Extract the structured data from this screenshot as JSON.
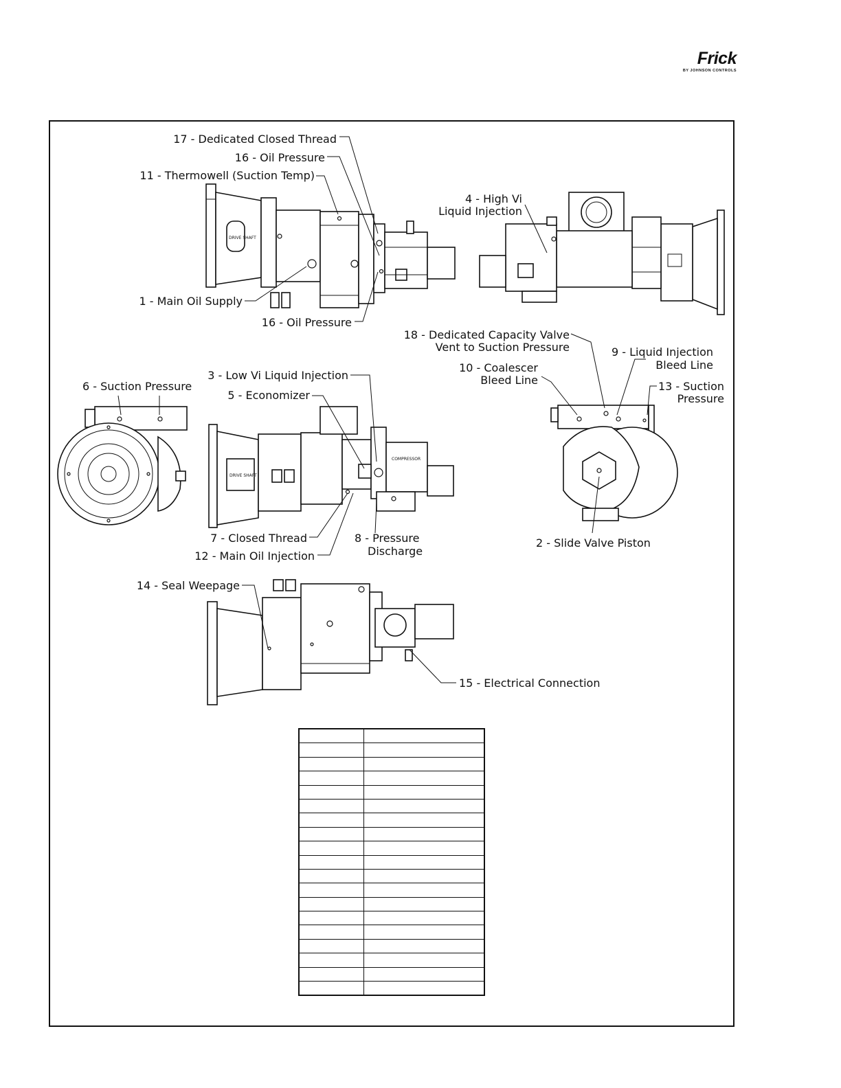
{
  "logo": {
    "word": "Frick",
    "sub": "BY JOHNSON CONTROLS"
  },
  "callouts": {
    "c17": "17 - Dedicated Closed Thread",
    "c16a": "16 - Oil Pressure",
    "c11": "11 - Thermowell (Suction Temp)",
    "c1": "1 - Main Oil Supply",
    "c16b": "16 - Oil Pressure",
    "c4_l1": "4 - High Vi",
    "c4_l2": "Liquid Injection",
    "c18_l1": "18 - Dedicated Capacity Valve",
    "c18_l2": "Vent to Suction Pressure",
    "c9_l1": "9 - Liquid Injection",
    "c9_l2": "Bleed Line",
    "c10_l1": "10 - Coalescer",
    "c10_l2": "Bleed Line",
    "c13_l1": "13 - Suction",
    "c13_l2": "Pressure",
    "c6": "6 - Suction Pressure",
    "c3": "3 - Low Vi Liquid Injection",
    "c5": "5 - Economizer",
    "c7": "7 - Closed Thread",
    "c12": "12 - Main Oil Injection",
    "c8_l1": "8 - Pressure",
    "c8_l2": "Discharge",
    "c2": "2 - Slide Valve Piston",
    "c14": "14 - Seal Weepage",
    "c15": "15 - Electrical Connection"
  },
  "drawing_text": {
    "drive_shaft_top": "DRIVE SHAFT",
    "drive_shaft_mid": "DRIVE SHAFT",
    "compressor": "COMPRESSOR"
  },
  "table": {
    "rows": [
      [
        "",
        ""
      ],
      [
        "",
        ""
      ],
      [
        "",
        ""
      ],
      [
        "",
        ""
      ],
      [
        "",
        ""
      ],
      [
        "",
        ""
      ],
      [
        "",
        ""
      ],
      [
        "",
        ""
      ],
      [
        "",
        ""
      ],
      [
        "",
        ""
      ],
      [
        "",
        ""
      ],
      [
        "",
        ""
      ],
      [
        "",
        ""
      ],
      [
        "",
        ""
      ],
      [
        "",
        ""
      ],
      [
        "",
        ""
      ],
      [
        "",
        ""
      ],
      [
        "",
        ""
      ],
      [
        "",
        ""
      ]
    ]
  }
}
